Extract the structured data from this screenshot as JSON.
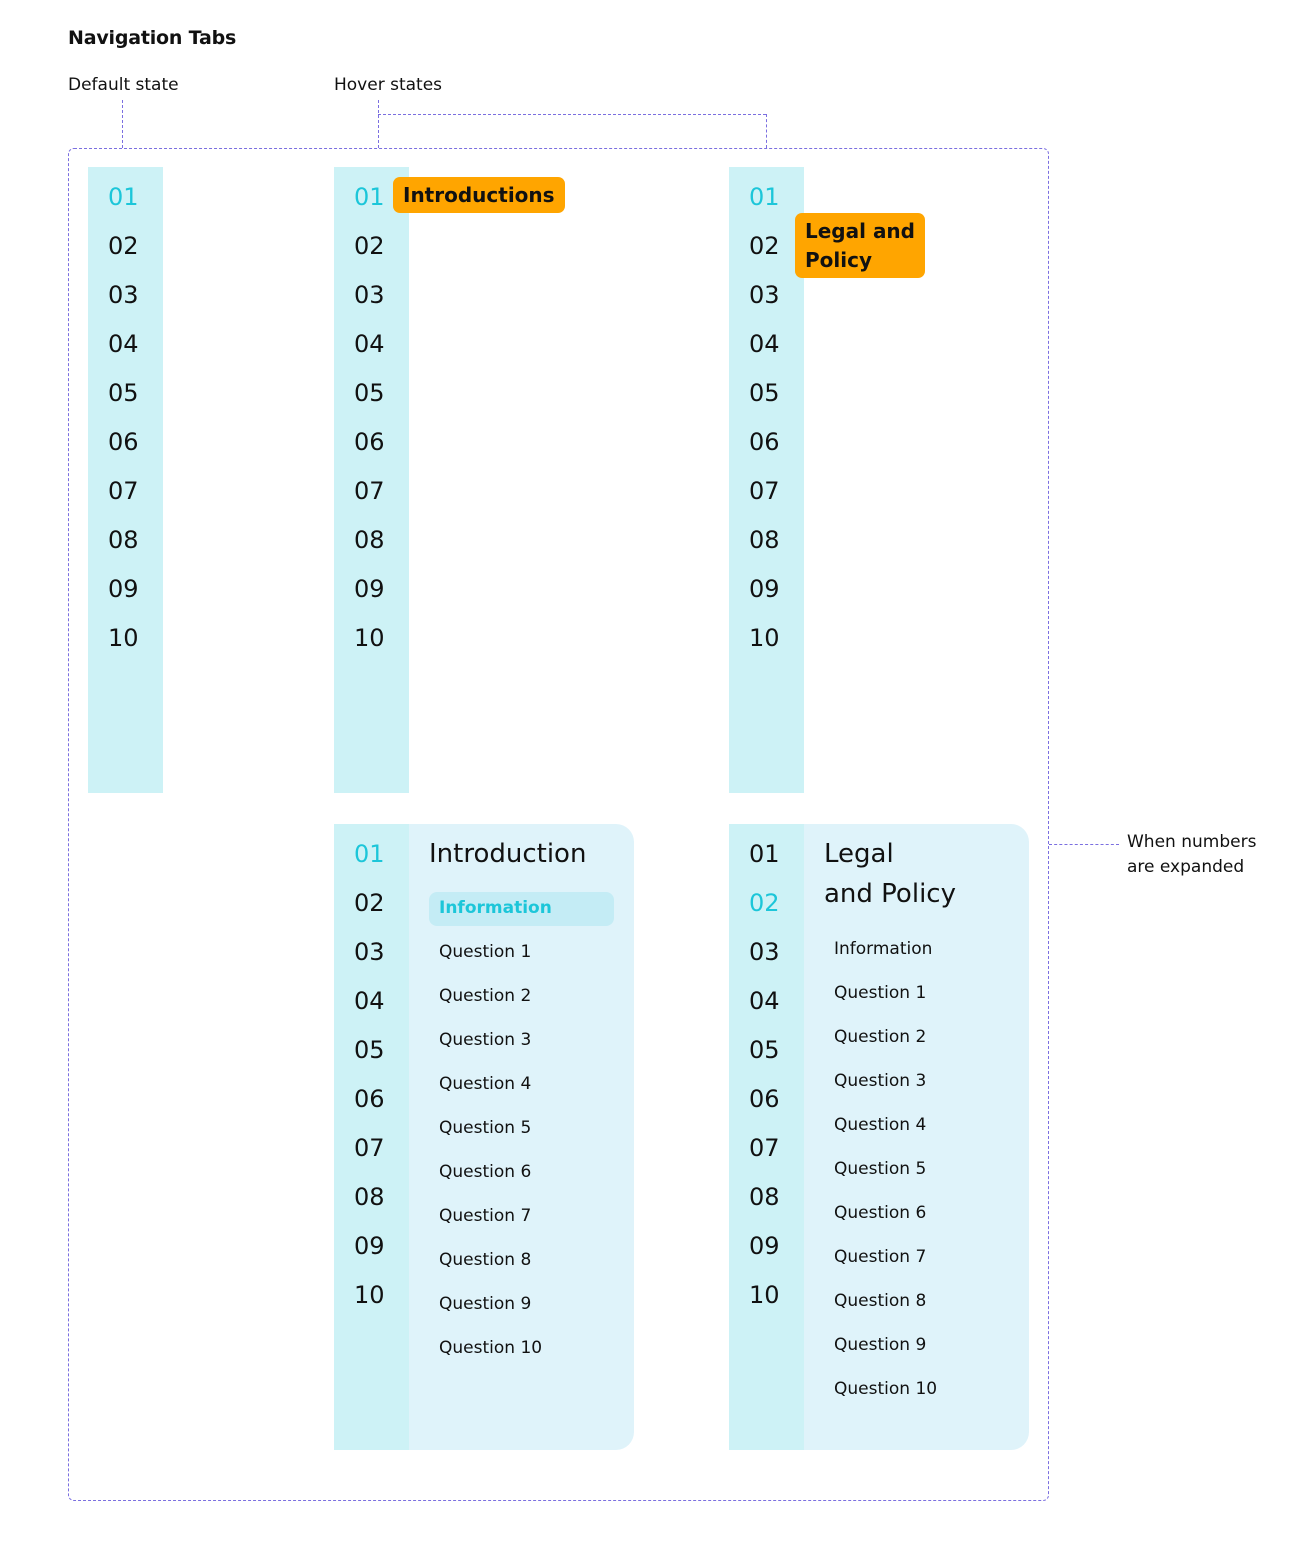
{
  "page": {
    "title": "Navigation Tabs"
  },
  "annotations": {
    "default_state": "Default state",
    "hover_states": "Hover states",
    "expanded_note_line1": "When numbers",
    "expanded_note_line2": "are expanded"
  },
  "numbers": [
    "01",
    "02",
    "03",
    "04",
    "05",
    "06",
    "07",
    "08",
    "09",
    "10"
  ],
  "hover_intro": {
    "label": "Introductions",
    "active_number": "01"
  },
  "hover_legal": {
    "label_line1": "Legal and",
    "label_line2": "Policy",
    "active_number": "01"
  },
  "expanded_intro": {
    "active_number": "01",
    "title": "Introduction",
    "items": [
      "Information",
      "Question 1",
      "Question 2",
      "Question 3",
      "Question 4",
      "Question 5",
      "Question 6",
      "Question 7",
      "Question 8",
      "Question 9",
      "Question 10"
    ],
    "active_item": "Information"
  },
  "expanded_legal": {
    "active_number": "02",
    "title_line1": "Legal",
    "title_line2": "and Policy",
    "items": [
      "Information",
      "Question 1",
      "Question 2",
      "Question 3",
      "Question 4",
      "Question 5",
      "Question 6",
      "Question 7",
      "Question 8",
      "Question 9",
      "Question 10"
    ]
  },
  "colors": {
    "accent": "#1cc6d9",
    "rail": "#cdf2f6",
    "panel": "#dff3fa",
    "tooltip": "#ffa500",
    "annotation_line": "#7b6fe0"
  }
}
